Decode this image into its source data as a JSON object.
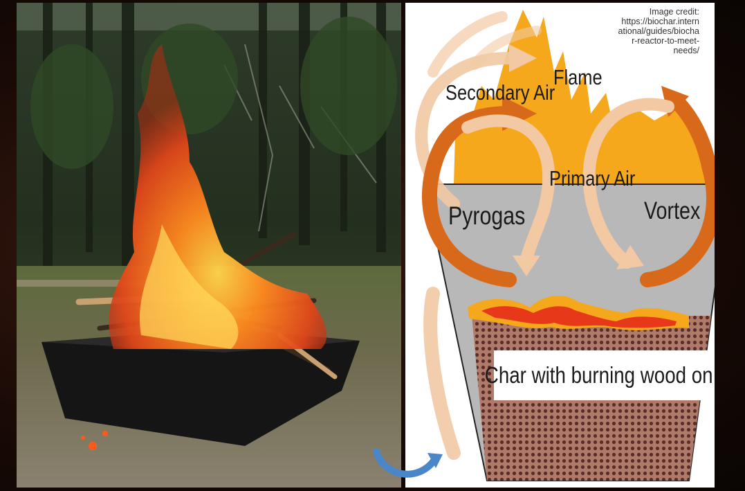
{
  "diagram": {
    "labels": {
      "secondary_air": "Secondary Air",
      "flame": "Flame",
      "primary_air": "Primary Air",
      "pyrogas": "Pyrogas",
      "vortex": "Vortex",
      "char": "Char with burning wood on top"
    },
    "credit": "Image credit:\nhttps://biochar.intern\national/guides/biocha\nr-reactor-to-meet-\nneeds/"
  },
  "colors": {
    "flame": "#f5a81c",
    "kiln_gray": "#b8b8b8",
    "air_arrow_dark": "#d9691a",
    "air_arrow_light": "#f2c9a3",
    "char": "#b07a6a",
    "ember": "#e8381a"
  }
}
